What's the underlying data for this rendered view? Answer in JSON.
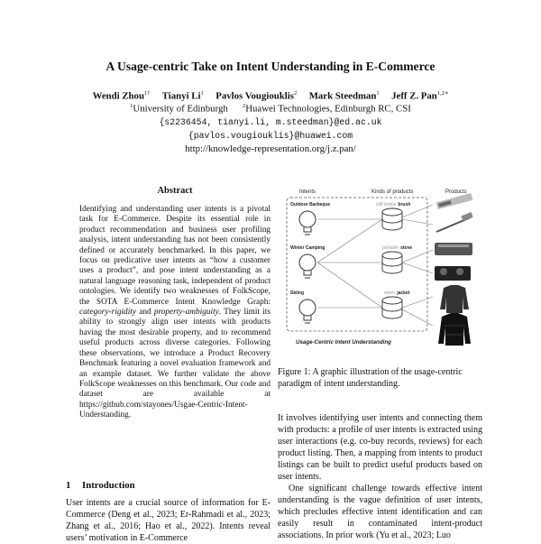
{
  "paper": {
    "title": "A Usage-centric Take on Intent Understanding in E-Commerce",
    "authors": [
      {
        "name": "Wendi Zhou",
        "mark": "1†"
      },
      {
        "name": "Tianyi Li",
        "mark": "1"
      },
      {
        "name": "Pavlos Vougiouklis",
        "mark": "2"
      },
      {
        "name": "Mark Steedman",
        "mark": "1"
      },
      {
        "name": "Jeff Z. Pan",
        "mark": "1,2∗"
      }
    ],
    "affiliations": {
      "a1_mark": "1",
      "a1": "University of Edinburgh",
      "a2_mark": "2",
      "a2": "Huawei Technologies, Edinburgh RC, CSI"
    },
    "emails": {
      "line1": "{s2236454, tianyi.li, m.steedman}@ed.ac.uk",
      "line2": "{pavlos.vougiouklis}@huawei.com"
    },
    "homepage": "http://knowledge-representation.org/j.z.pan/"
  },
  "abstract": {
    "heading": "Abstract",
    "part1": "Identifying and understanding user intents is a pivotal task for E-Commerce. Despite its essential role in product recommendation and business user profiling analysis, intent understanding has not been consistently defined or accurately benchmarked. In this paper, we focus on predicative user intents as “how a customer uses a product”, and pose intent understanding as a natural language reasoning task, independent of product ontologies. We identify two weaknesses of FolkScope, the SOTA E-Commerce Intent Knowledge Graph: ",
    "em1": "category-rigidity",
    "part2": " and ",
    "em2": "property-ambiguity",
    "part3": ". They limit its ability to strongly align user intents with products having the most desirable property, and to recommend useful products across diverse categories. Following these observations, we introduce a Product Recovery Benchmark featuring a novel evaluation framework and an example dataset. We further validate the above FolkScope weaknesses on this benchmark. Our code and dataset are available at https://github.com/stayones/Usgae-Centric-Intent-Understanding."
  },
  "introduction": {
    "number": "1",
    "heading": "Introduction",
    "text": "User intents are a crucial source of information for E-Commerce (Deng et al., 2023; Er-Rahmadi et al., 2023; Zhang et al., 2016; Hao et al., 2022). Intents reveal users’ motivation in E-Commerce"
  },
  "figure": {
    "col_intents": "Intents",
    "col_kinds": "Kinds of products",
    "col_products": "Products",
    "intents": [
      "Outdoor Barbeque",
      "Winter Camping",
      "Skiing"
    ],
    "kinds": [
      {
        "prefix": "stiff bristle",
        "name": "brush"
      },
      {
        "prefix": "portable",
        "name": "stove"
      },
      {
        "prefix": "warm",
        "name": "jacket"
      }
    ],
    "label": "Usage-Centric Intent Understanding",
    "caption": "Figure 1: A graphic illustration of the usage-centric paradigm of intent understanding.",
    "colors": {
      "stroke": "#333333",
      "faint": "#999999",
      "dash": "#555555"
    }
  },
  "right_text": {
    "p1": "It involves identifying user intents and connecting them with products: a profile of user intents is extracted using user interactions (e.g. co-buy records, reviews) for each product listing. Then, a mapping from intents to product listings can be built to predict useful products based on user intents.",
    "p2": "One significant challenge towards effective intent understanding is the vague definition of user intents, which precludes effective intent identification and can easily result in contaminated intent-product associations. In prior work (Yu et al., 2023; Luo"
  }
}
